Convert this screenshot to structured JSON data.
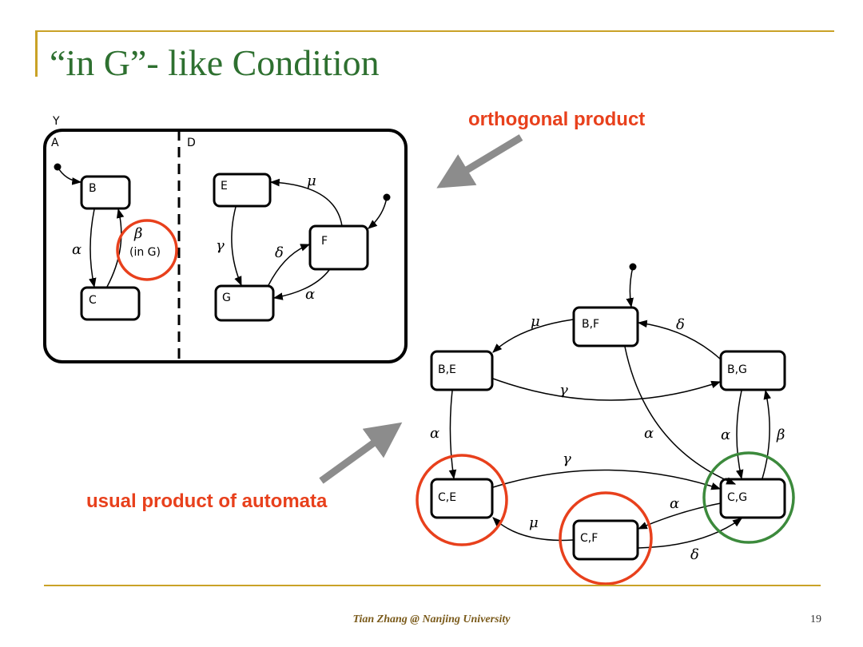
{
  "slide": {
    "title": "“in G”- like Condition",
    "footer": "Tian Zhang @ Nanjing University",
    "page_number": "19"
  },
  "callouts": {
    "orthogonal": "orthogonal product",
    "usual": "usual product of automata"
  },
  "statechart": {
    "outer_label": "Y",
    "region_a_label": "A",
    "region_d_label": "D",
    "states": {
      "b": "B",
      "c": "C",
      "e": "E",
      "f": "F",
      "g": "G"
    },
    "transitions": {
      "b_to_c": "α",
      "c_to_b": "β",
      "c_to_b_condition": "(in G)",
      "f_to_e": "μ",
      "e_to_g": "γ",
      "g_to_f": "δ",
      "f_to_g": "α"
    }
  },
  "product": {
    "states": {
      "bf": "B,F",
      "be": "B,E",
      "bg": "B,G",
      "ce": "C,E",
      "cf": "C,F",
      "cg": "C,G"
    },
    "transitions": {
      "bf_to_be": "μ",
      "bg_to_bf": "δ",
      "be_to_bg": "γ",
      "be_to_ce": "α",
      "bf_to_cg": "α",
      "bg_to_cg": "α",
      "cg_to_bg": "β",
      "ce_to_cg": "γ",
      "cg_to_cf": "α",
      "cf_to_ce": "μ",
      "cf_to_cg": "δ"
    }
  },
  "colors": {
    "title": "#2e7030",
    "rule": "#c9a227",
    "callout": "#e8401c",
    "circle_red": "#e8401c",
    "circle_green": "#3c8a3c",
    "arrow_gray": "#8c8c8c"
  }
}
